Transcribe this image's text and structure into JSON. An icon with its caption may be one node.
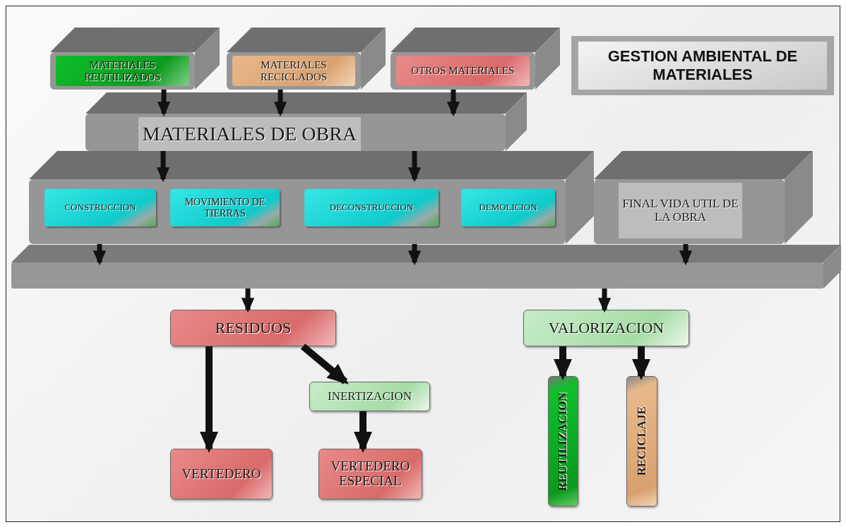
{
  "diagram": {
    "title": "GESTION AMBIENTAL DE MATERIALES",
    "nodes": [
      {
        "text": [
          "MATERIALES REUTILIZADOS"
        ]
      },
      {
        "text": [
          "MATERIALES RECICLADOS"
        ]
      },
      {
        "text": [
          "OTROS MATERIALES"
        ]
      },
      {
        "text": [
          "MATERIALES DE OBRA"
        ]
      },
      {
        "text": [],
        "shape": "box"
      },
      {
        "text": [
          "CONSTRUCCION"
        ],
        "in": 4
      },
      {
        "text": [
          "MOVIMIENTO DE TIERRAS"
        ],
        "in": 4
      },
      {
        "text": [
          "DECONSTRUCCION"
        ],
        "in": 4
      },
      {
        "text": [
          "DEMOLICION"
        ],
        "in": 4
      },
      {
        "text": [
          "FINAL VIDA UTIL DE LA OBRA"
        ]
      },
      {
        "text": [],
        "shape": "bar"
      },
      {
        "text": [
          "RESIDUOS"
        ]
      },
      {
        "text": [
          "INERTIZACION"
        ]
      },
      {
        "text": [
          "VERTEDERO"
        ]
      },
      {
        "text": [
          "VERTEDERO ESPECIAL"
        ]
      },
      {
        "text": [
          "VALORIZACION"
        ]
      },
      {
        "text": [
          "REUTILIZACION"
        ]
      },
      {
        "text": [
          "RECICLAJE"
        ]
      }
    ],
    "edges": [
      {
        "from": 0,
        "to": 3,
        "arrow": "to"
      },
      {
        "from": 1,
        "to": 3,
        "arrow": "to"
      },
      {
        "from": 2,
        "to": 3,
        "arrow": "to"
      },
      {
        "from": 3,
        "to": 4,
        "arrow": "to"
      },
      {
        "from": 3,
        "to": 4,
        "arrow": "to"
      },
      {
        "from": 4,
        "to": 10,
        "arrow": "to"
      },
      {
        "from": 4,
        "to": 10,
        "arrow": "to"
      },
      {
        "from": 9,
        "to": 10,
        "arrow": "to"
      },
      {
        "from": 10,
        "to": 11,
        "arrow": "to"
      },
      {
        "from": 10,
        "to": 15,
        "arrow": "to"
      },
      {
        "from": 11,
        "to": 13,
        "arrow": "to"
      },
      {
        "from": 11,
        "to": 12,
        "arrow": "to"
      },
      {
        "from": 12,
        "to": 14,
        "arrow": "to"
      },
      {
        "from": 15,
        "to": 16,
        "arrow": "to"
      },
      {
        "from": 15,
        "to": 17,
        "arrow": "to"
      }
    ]
  }
}
